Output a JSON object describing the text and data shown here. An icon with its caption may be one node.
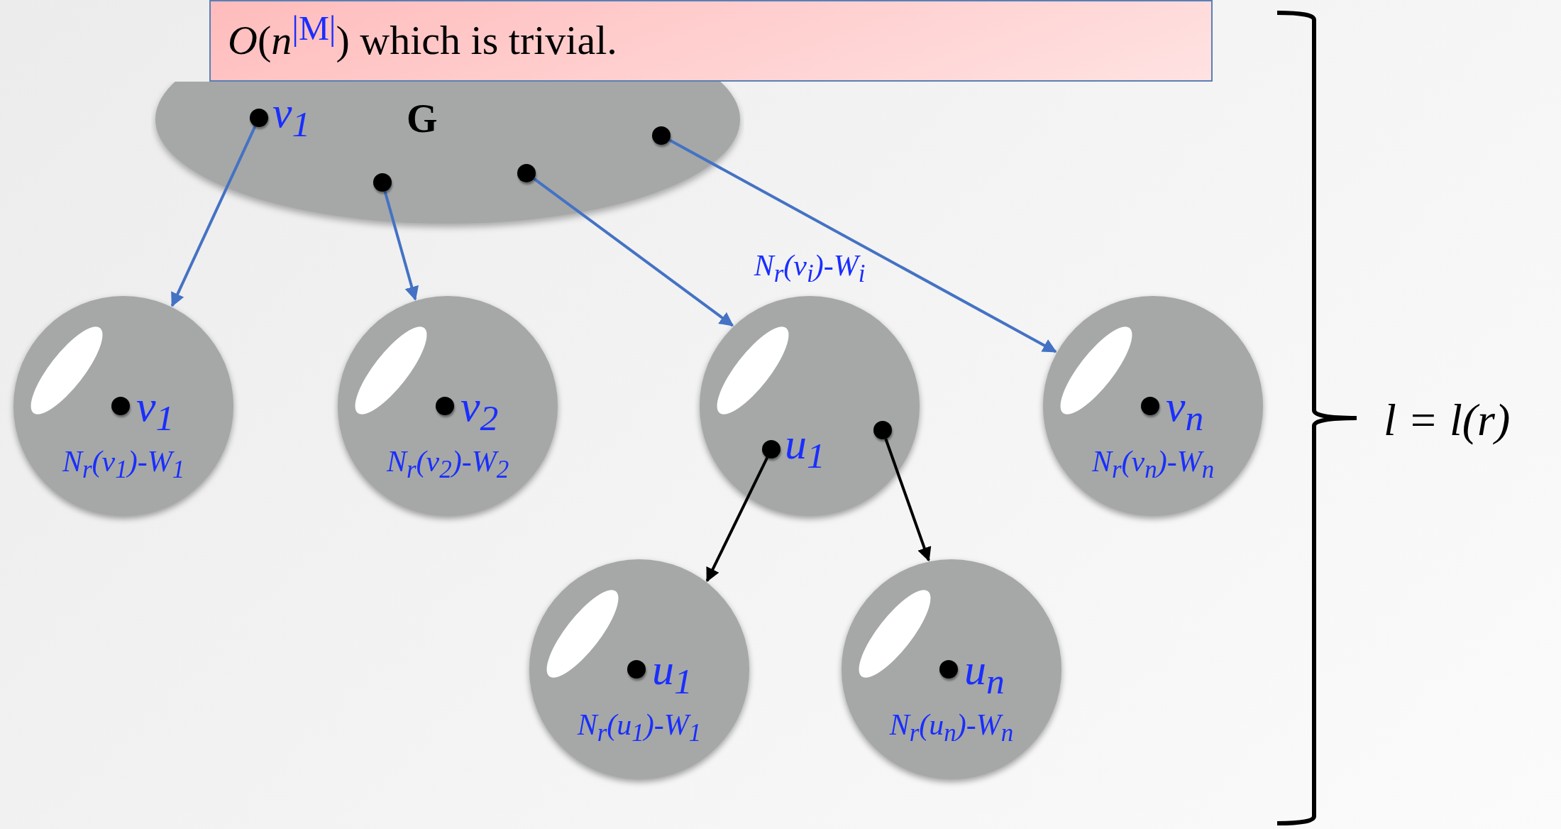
{
  "diagram": {
    "nodes": [
      {
        "text": [
          "*O*(*n*$^{|M|}$) which is trivial."
        ]
      },
      {
        "text": [
          "G"
        ]
      },
      {
        "text": [],
        "shape": "circle",
        "in": 1,
        "beside": [
          "v$_{1}$"
        ]
      },
      {
        "text": [],
        "shape": "circle",
        "in": 1
      },
      {
        "text": [],
        "shape": "circle",
        "in": 1
      },
      {
        "text": [],
        "shape": "circle",
        "in": 1
      },
      {
        "text": [
          "v$_{1}$",
          "N$_{r}$(v$_{1}$)-W$_{1}$"
        ]
      },
      {
        "text": [
          "v$_{2}$",
          "N$_{r}$(v$_{2}$)-W$_{2}$"
        ]
      },
      {
        "text": [],
        "shape": "circle",
        "beside": [
          "N$_{r}$(v$_{i}$)-W$_{i}$"
        ]
      },
      {
        "text": [],
        "shape": "circle",
        "in": 8,
        "beside": [
          "u$_{1}$"
        ]
      },
      {
        "text": [],
        "shape": "circle",
        "in": 8
      },
      {
        "text": [
          "v$_{n}$",
          "N$_{r}$(v$_{n}$)-W$_{n}$"
        ]
      },
      {
        "text": [
          "u$_{1}$",
          "N$_{r}$(u$_{1}$)-W$_{1}$"
        ]
      },
      {
        "text": [
          "u$_{n}$",
          "N$_{r}$(u$_{n}$)-W$_{n}$"
        ]
      }
    ],
    "edges": [
      {
        "from": 2,
        "to": 6,
        "arrow": "to"
      },
      {
        "from": 3,
        "to": 7,
        "arrow": "to"
      },
      {
        "from": 4,
        "to": 8,
        "arrow": "to"
      },
      {
        "from": 5,
        "to": 11,
        "arrow": "to"
      },
      {
        "from": 9,
        "to": 12,
        "arrow": "to",
        "color": "#000000"
      },
      {
        "from": 10,
        "to": 13,
        "arrow": "to",
        "color": "#000000"
      }
    ],
    "labels": [
      "l = l(r)"
    ]
  }
}
